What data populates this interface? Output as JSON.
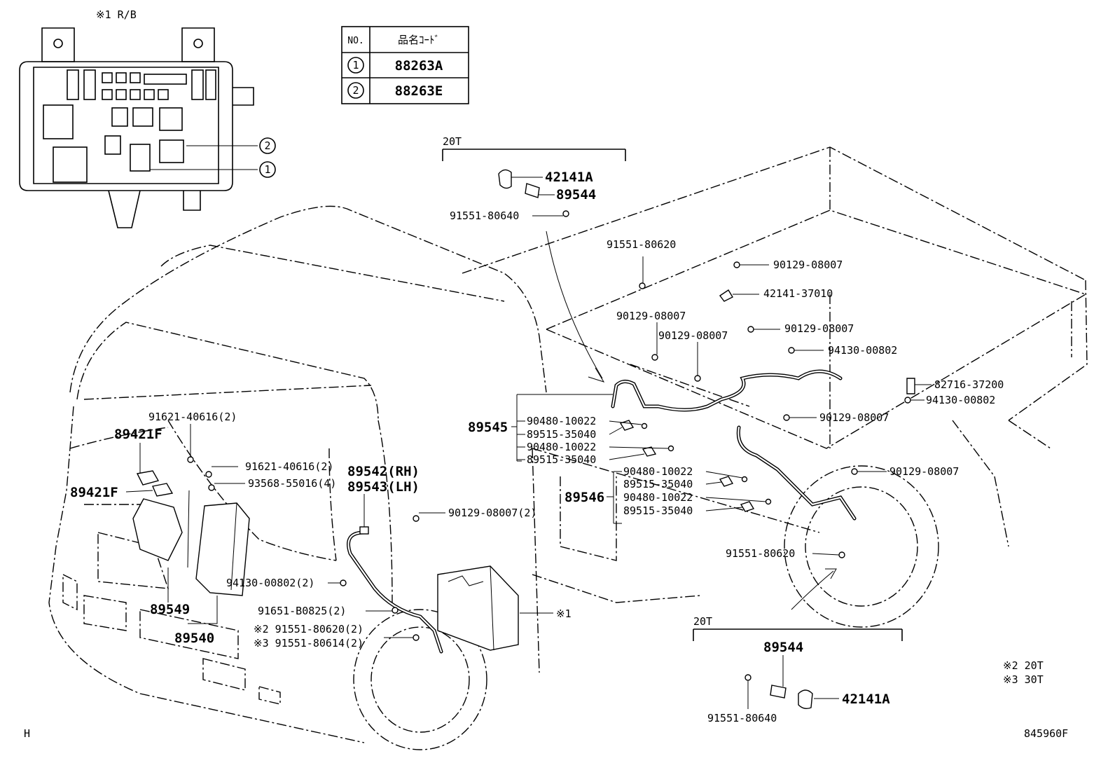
{
  "rb_header": "※1 R/B",
  "table": {
    "col_no": "NO.",
    "col_code": "品名ｺｰﾄﾞ",
    "rows": [
      {
        "no": "1",
        "code": "88263A"
      },
      {
        "no": "2",
        "code": "88263E"
      }
    ]
  },
  "rb_callouts": [
    "2",
    "1"
  ],
  "groups": {
    "top_20t": "20T",
    "bottom_20t": "20T"
  },
  "labels": {
    "p42141A_top": "42141A",
    "p89544_top": "89544",
    "p91551_80640_top": "91551-80640",
    "p91551_80620_a": "91551-80620",
    "p90129_08007_a": "90129-08007",
    "p42141_37010": "42141-37010",
    "p90129_08007_b": "90129-08007",
    "p90129_08007_c": "90129-08007",
    "p90129_08007_d": "90129-08007",
    "p94130_00802_a": "94130-00802",
    "p82716_37200": "82716-37200",
    "p94130_00802_b": "94130-00802",
    "p90129_08007_e": "90129-08007",
    "p89545": "89545",
    "p90480_10022_a": "90480-10022",
    "p89515_35040_a": "89515-35040",
    "p90480_10022_b": "90480-10022",
    "p89515_35040_b": "89515-35040",
    "p90480_10022_c": "90480-10022",
    "p89515_35040_c": "89515-35040",
    "p89546": "89546",
    "p90480_10022_d": "90480-10022",
    "p89515_35040_d": "89515-35040",
    "p90129_08007_f": "90129-08007",
    "p91551_80620_b": "91551-80620",
    "p91621_40616_a": "91621-40616(2)",
    "p89421F_a": "89421F",
    "p91621_40616_b": "91621-40616(2)",
    "p89421F_b": "89421F",
    "p93568_55016": "93568-55016(4)",
    "p89542": "89542(RH)",
    "p89543": "89543(LH)",
    "p90129_08007_g": "90129-08007(2)",
    "p94130_00802_c": "94130-00802(2)",
    "p91651_B0825": "91651-B0825(2)",
    "p91551_80620_c": "※2 91551-80620(2)",
    "p91551_80614": "※3 91551-80614(2)",
    "p89549": "89549",
    "p89540": "89540",
    "rb_ref": "※1",
    "p89544_bottom": "89544",
    "p42141A_bottom": "42141A",
    "p91551_80640_bottom": "91551-80640"
  },
  "notes": [
    "※2 20T",
    "※3 30T"
  ],
  "corner_mark": "H",
  "diagram_id": "845960F"
}
